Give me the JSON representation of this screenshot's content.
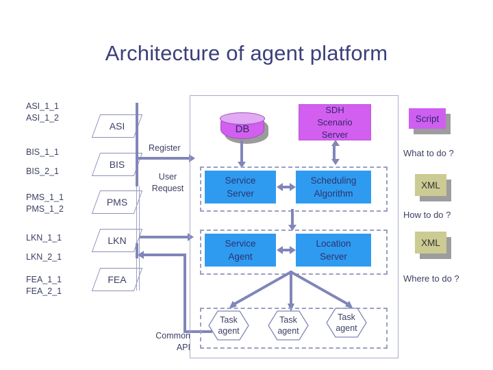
{
  "slide": {
    "title": "Architecture of agent platform"
  },
  "interfaces": [
    {
      "lines": [
        "ASI_1_1",
        "ASI_1_2"
      ],
      "module": "ASI"
    },
    {
      "lines": [
        "BIS_1_1",
        "BIS_2_1"
      ],
      "module": "BIS"
    },
    {
      "lines": [
        "PMS_1_1",
        "PMS_1_2"
      ],
      "module": "PMS"
    },
    {
      "lines": [
        "LKN_1_1",
        "LKN_2_1"
      ],
      "module": "LKN"
    },
    {
      "lines": [
        "FEA_1_1",
        "FEA_2_1"
      ],
      "module": "FEA"
    }
  ],
  "connectors": {
    "register": "Register",
    "user_request_line1": "User",
    "user_request_line2": "Request",
    "common_api_line1": "Common",
    "common_api_line2": "API"
  },
  "platform": {
    "database": "DB",
    "scenario_server": {
      "line1": "SDH",
      "line2": "Scenario",
      "line3": "Server"
    },
    "layer1": [
      {
        "line1": "Service",
        "line2": "Server"
      },
      {
        "line1": "Scheduling",
        "line2": "Algorithm"
      }
    ],
    "layer2": [
      {
        "line1": "Service",
        "line2": "Agent"
      },
      {
        "line1": "Location",
        "line2": "Server"
      }
    ],
    "task_agents": [
      {
        "line1": "Task",
        "line2": "agent"
      },
      {
        "line1": "Task",
        "line2": "agent"
      },
      {
        "line1": "Task",
        "line2": "agent"
      }
    ]
  },
  "artifacts": [
    {
      "box": "Script",
      "question": "What to do ?",
      "kind": "script"
    },
    {
      "box": "XML",
      "question": "How to do ?",
      "kind": "xml"
    },
    {
      "box": "XML",
      "question": "Where to do ?",
      "kind": "xml"
    }
  ],
  "colors": {
    "title": "#3b3f7a",
    "text": "#3b3f63",
    "magenta": "#d25ff0",
    "blue": "#2f9bf0",
    "khaki": "#cbcb93",
    "connector": "#8186b8",
    "dashed": "#9a9ec2"
  }
}
